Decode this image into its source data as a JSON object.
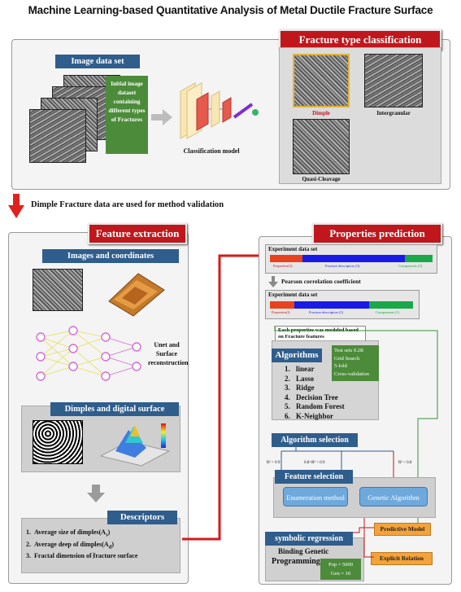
{
  "title": "Machine Learning-based Quantitative Analysis of Metal Ductile Fracture Surface",
  "classification": {
    "header": "Fracture type classification",
    "dataset_label": "Image data set",
    "dataset_note": "Initial image dataset containing different types of Fractures",
    "model_label": "Classification model",
    "types": [
      "Dimple",
      "Intergranular",
      "Quasi-Cleavage"
    ]
  },
  "validation_note": "Dimple Fracture data are used for method validation",
  "feature": {
    "header": "Feature extraction",
    "images_label": "Images and coordinates",
    "network_label": "Unet and Surface reconstruction",
    "dimples_label": "Dimples and digital surface",
    "descriptors_label": "Descriptors",
    "descriptors": [
      {
        "num": "1.",
        "text": "Average size of dimples(A"
      },
      {
        "num": "2.",
        "text": "Average deep of dimples(A"
      },
      {
        "num": "3.",
        "text": "Fractal dimension of fracture surface"
      }
    ],
    "descriptor_subs": [
      "s",
      "d"
    ],
    "descriptor_close": ")"
  },
  "properties": {
    "header": "Properties prediction",
    "exp1_label": "Experiment data set",
    "exp1_sub": [
      "Properties(3)",
      "Fracture descriptors (3)",
      "Components (3)"
    ],
    "pearson": "Pearson correlation coefficient",
    "exp2_label": "Experiment data set",
    "exp2_sub": [
      "Properties(l)",
      "Fracture descriptors (1)",
      "Components (1)"
    ],
    "modeled_note": "Each properties was modeled based on Fracture features",
    "algorithms_label": "Algorithms",
    "algo_note": [
      "Test sets 0.2R",
      "Grid Search",
      "5-fold",
      "Cross-validation"
    ],
    "algorithms": [
      {
        "num": "1.",
        "name": "linear"
      },
      {
        "num": "2.",
        "name": "Lasso"
      },
      {
        "num": "3.",
        "name": "Ridge"
      },
      {
        "num": "4.",
        "name": "Decision Tree"
      },
      {
        "num": "5.",
        "name": "Random Forest"
      },
      {
        "num": "6.",
        "name": "K-Neighbor"
      }
    ],
    "selection_label": "Algorithm selection",
    "r2": [
      "R² > 0.9",
      "0.8<R² < 0.9",
      "R² < 0.8"
    ],
    "feature_sel_label": "Feature selection",
    "enum_label": "Enumeration method",
    "genetic_label": "Genetic Algorithm",
    "predictive_label": "Predictive Model",
    "symbolic_label": "symbolic regression",
    "binding": "Binding Genetic",
    "programming": "Programming",
    "pop": "Pop = 5000",
    "gen": "Gen = 10",
    "explicit_label": "Explicit Relation"
  },
  "colors": {
    "red": "#c0171c",
    "blue_head": "#2f5d8c",
    "green": "#4c8b3a",
    "orange": "#f4a23a",
    "light_blue": "#6fa9dc",
    "bar_red": "#e8431f",
    "bar_blue": "#1a1ae6",
    "bar_green": "#1aa84a"
  }
}
